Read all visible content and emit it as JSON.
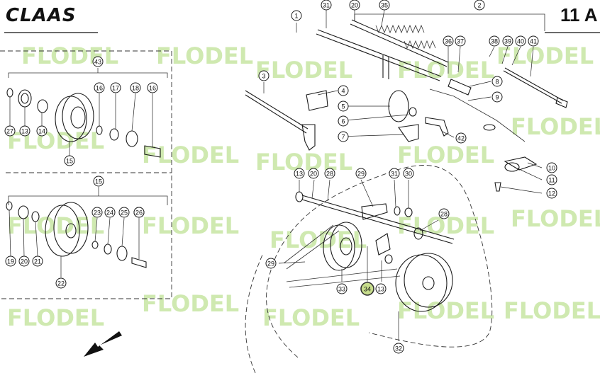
{
  "brand": "CLAAS",
  "page_code": "11 A",
  "watermark": "FLODEL",
  "callouts": [
    {
      "label": "1",
      "highlight": false
    },
    {
      "label": "2",
      "highlight": false
    },
    {
      "label": "3",
      "highlight": false
    },
    {
      "label": "4",
      "highlight": false
    },
    {
      "label": "5",
      "highlight": false
    },
    {
      "label": "6",
      "highlight": false
    },
    {
      "label": "7",
      "highlight": false
    },
    {
      "label": "8",
      "highlight": false
    },
    {
      "label": "9",
      "highlight": false
    },
    {
      "label": "10",
      "highlight": false
    },
    {
      "label": "11",
      "highlight": false
    },
    {
      "label": "12",
      "highlight": false
    },
    {
      "label": "13",
      "highlight": false
    },
    {
      "label": "20",
      "highlight": false
    },
    {
      "label": "28",
      "highlight": false
    },
    {
      "label": "29",
      "highlight": false
    },
    {
      "label": "31",
      "highlight": false
    },
    {
      "label": "30",
      "highlight": false
    },
    {
      "label": "28",
      "highlight": false
    },
    {
      "label": "29",
      "highlight": false
    },
    {
      "label": "33",
      "highlight": false
    },
    {
      "label": "34",
      "highlight": true
    },
    {
      "label": "13",
      "highlight": false
    },
    {
      "label": "32",
      "highlight": false
    },
    {
      "label": "31",
      "highlight": false
    },
    {
      "label": "20",
      "highlight": false
    },
    {
      "label": "35",
      "highlight": false
    },
    {
      "label": "36",
      "highlight": false
    },
    {
      "label": "37",
      "highlight": false
    },
    {
      "label": "38",
      "highlight": false
    },
    {
      "label": "39",
      "highlight": false
    },
    {
      "label": "40",
      "highlight": false
    },
    {
      "label": "41",
      "highlight": false
    },
    {
      "label": "42",
      "highlight": false
    },
    {
      "label": "43",
      "highlight": false
    },
    {
      "label": "27",
      "highlight": false
    },
    {
      "label": "13",
      "highlight": false
    },
    {
      "label": "14",
      "highlight": false
    },
    {
      "label": "15",
      "highlight": false
    },
    {
      "label": "16",
      "highlight": false
    },
    {
      "label": "17",
      "highlight": false
    },
    {
      "label": "18",
      "highlight": false
    },
    {
      "label": "16",
      "highlight": false
    },
    {
      "label": "15",
      "highlight": false
    },
    {
      "label": "19",
      "highlight": false
    },
    {
      "label": "20",
      "highlight": false
    },
    {
      "label": "21",
      "highlight": false
    },
    {
      "label": "22",
      "highlight": false
    },
    {
      "label": "23",
      "highlight": false
    },
    {
      "label": "24",
      "highlight": false
    },
    {
      "label": "25",
      "highlight": false
    },
    {
      "label": "23",
      "highlight": false
    },
    {
      "label": "22",
      "highlight": false
    },
    {
      "label": "26",
      "highlight": false
    }
  ]
}
